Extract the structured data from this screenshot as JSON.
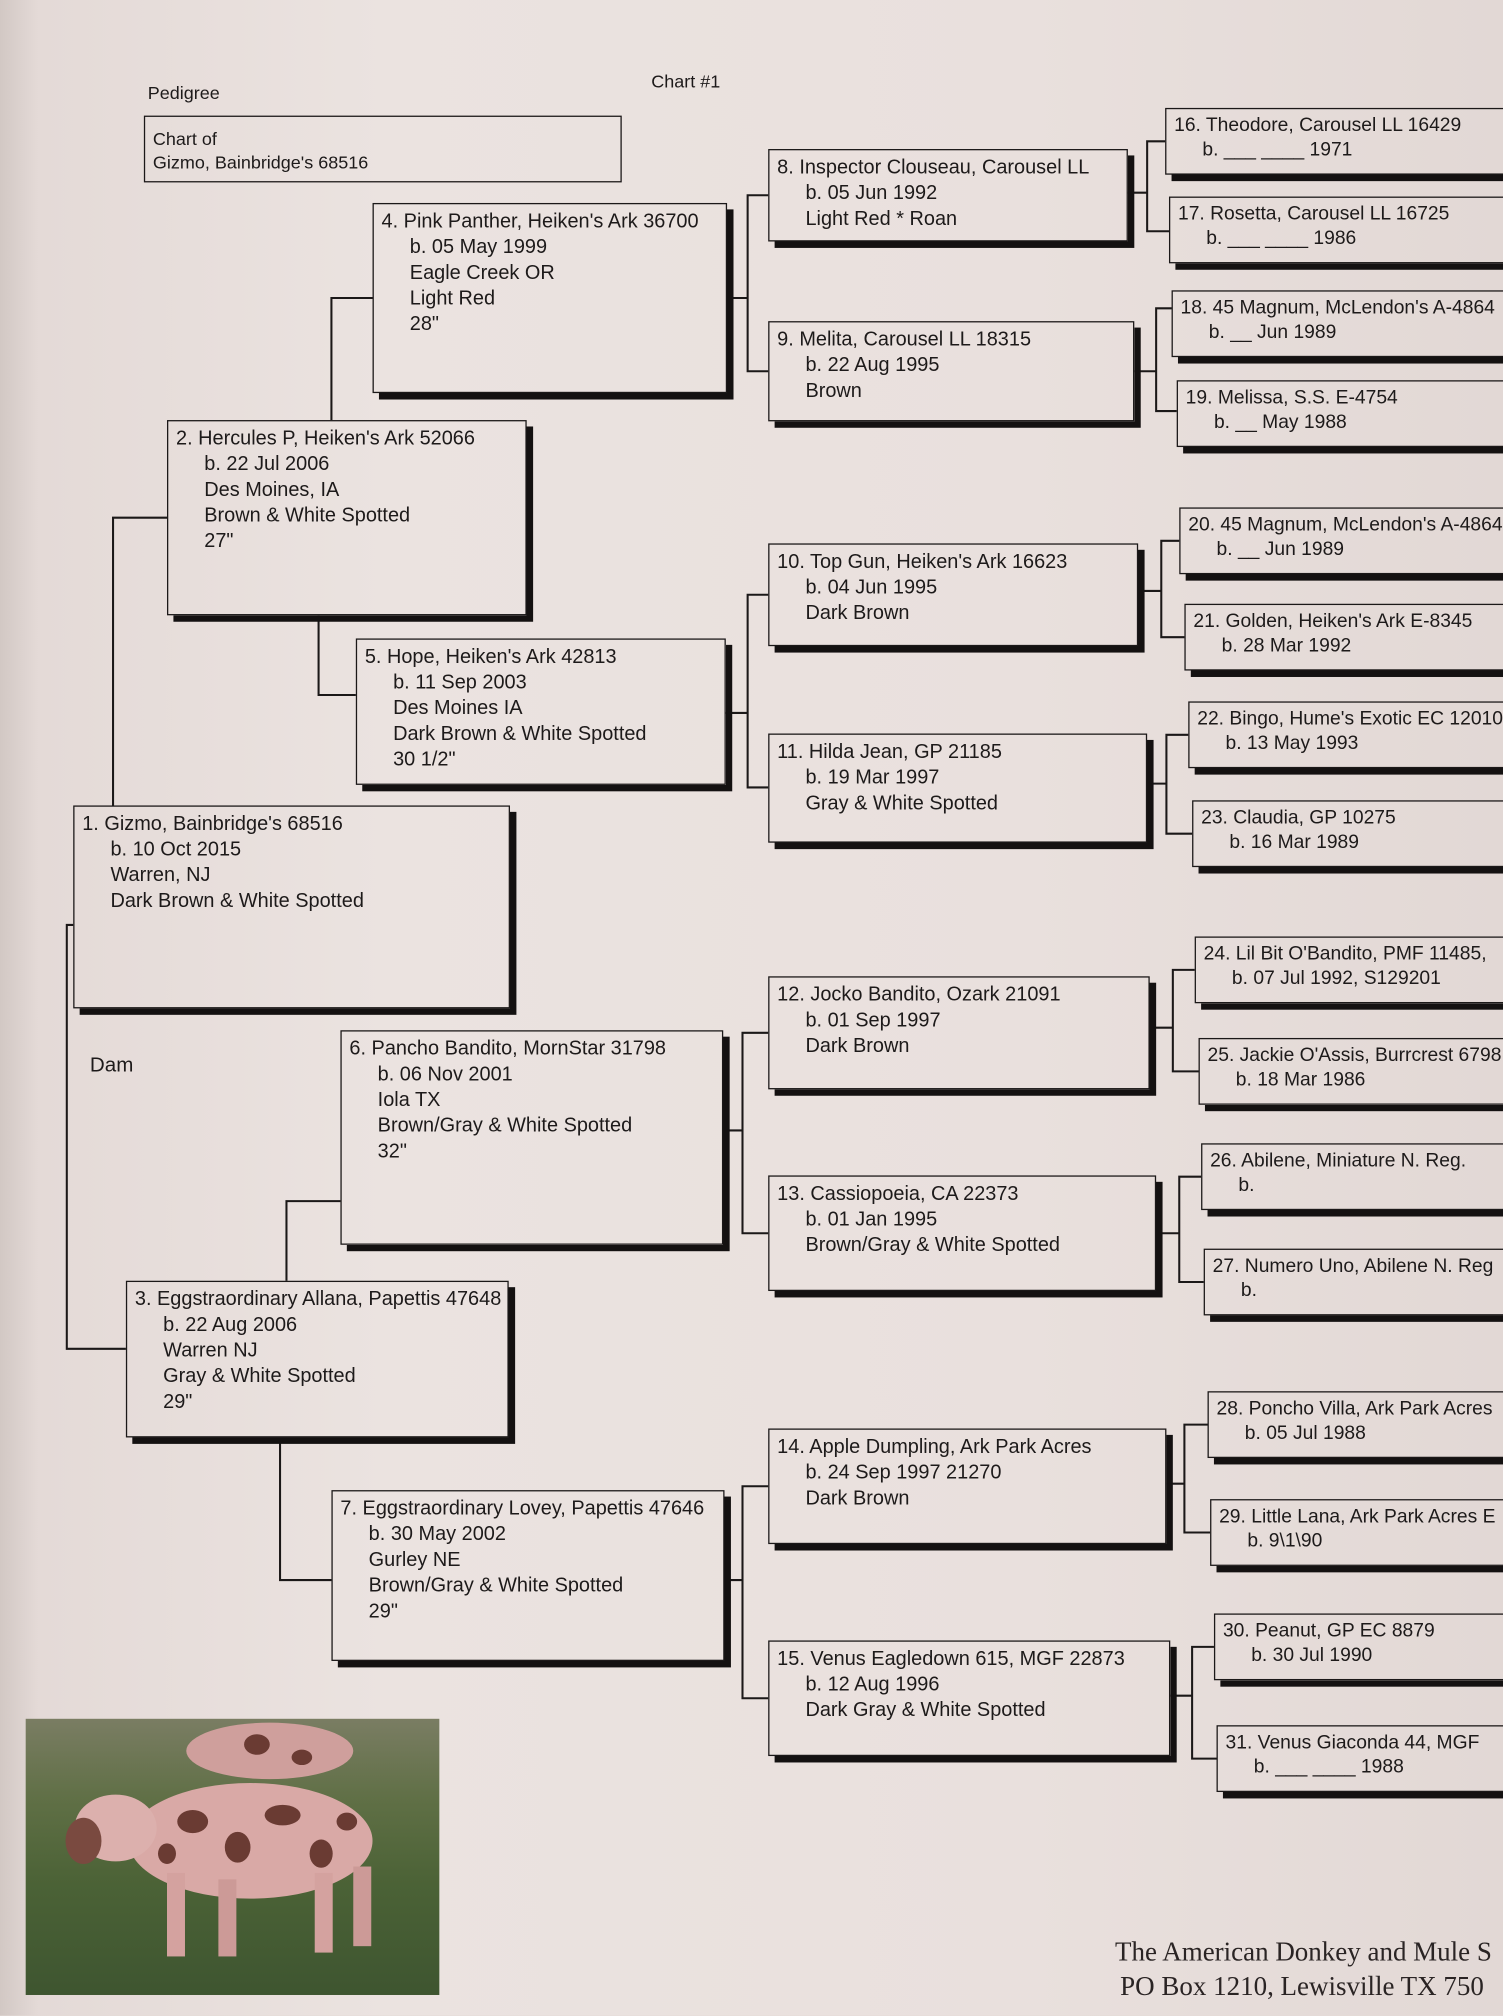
{
  "header": {
    "title": "Pedigree",
    "chart_number": "Chart #1",
    "chart_of_label": "Chart of",
    "chart_of_name": "Gizmo, Bainbridge's 68516"
  },
  "dam_label": "Dam",
  "animals": [
    {
      "lines": [
        "1. Gizmo, Bainbridge's 68516",
        "b. 10 Oct 2015",
        "Warren, NJ",
        "Dark Brown & White Spotted"
      ]
    },
    {
      "lines": [
        "2. Hercules P, Heiken's Ark 52066",
        "b. 22 Jul 2006",
        "Des Moines, IA",
        "Brown & White Spotted",
        "27\""
      ]
    },
    {
      "lines": [
        "3. Eggstraordinary Allana, Papettis 47648",
        "b. 22 Aug 2006",
        "Warren NJ",
        "Gray & White Spotted",
        "29\""
      ]
    },
    {
      "lines": [
        "4. Pink Panther, Heiken's Ark 36700",
        "b. 05 May 1999",
        "Eagle Creek OR",
        "Light Red",
        "28\""
      ]
    },
    {
      "lines": [
        "5. Hope, Heiken's Ark 42813",
        "b. 11 Sep 2003",
        "Des Moines IA",
        "Dark Brown & White Spotted",
        "30 1/2\""
      ]
    },
    {
      "lines": [
        "6. Pancho Bandito, MornStar 31798",
        "b. 06 Nov 2001",
        "Iola TX",
        "Brown/Gray & White Spotted",
        "32\""
      ]
    },
    {
      "lines": [
        "7. Eggstraordinary Lovey, Papettis 47646",
        "b. 30 May 2002",
        "Gurley NE",
        "Brown/Gray & White Spotted",
        "29\""
      ]
    },
    {
      "lines": [
        "8. Inspector Clouseau, Carousel LL",
        "b. 05 Jun 1992",
        "Light Red * Roan"
      ]
    },
    {
      "lines": [
        "9. Melita, Carousel LL 18315",
        "b. 22 Aug 1995",
        "Brown"
      ]
    },
    {
      "lines": [
        "10. Top Gun, Heiken's Ark 16623",
        "b. 04 Jun 1995",
        "Dark Brown"
      ]
    },
    {
      "lines": [
        "11. Hilda Jean, GP 21185",
        "b. 19 Mar 1997",
        "Gray & White Spotted"
      ]
    },
    {
      "lines": [
        "12. Jocko Bandito, Ozark 21091",
        "b. 01 Sep 1997",
        "Dark Brown"
      ]
    },
    {
      "lines": [
        "13. Cassiopoeia, CA 22373",
        "b. 01 Jan 1995",
        "Brown/Gray & White Spotted"
      ]
    },
    {
      "lines": [
        "14. Apple Dumpling, Ark Park Acres",
        "b. 24 Sep 1997    21270",
        "Dark Brown"
      ]
    },
    {
      "lines": [
        "15. Venus Eagledown 615, MGF 22873",
        "b. 12 Aug 1996",
        "Dark Gray & White Spotted"
      ]
    },
    {
      "lines": [
        "16. Theodore, Carousel LL 16429",
        "b. ___ ____ 1971"
      ]
    },
    {
      "lines": [
        "17. Rosetta, Carousel LL 16725",
        "b. ___ ____ 1986"
      ]
    },
    {
      "lines": [
        "18. 45 Magnum, McLendon's A-4864",
        "b. __ Jun 1989"
      ]
    },
    {
      "lines": [
        "19. Melissa, S.S. E-4754",
        "b. __ May 1988"
      ]
    },
    {
      "lines": [
        "20. 45 Magnum, McLendon's A-4864",
        "b. __ Jun 1989"
      ]
    },
    {
      "lines": [
        "21. Golden, Heiken's Ark E-8345",
        "b. 28 Mar 1992"
      ]
    },
    {
      "lines": [
        "22. Bingo, Hume's Exotic EC 12010",
        "b. 13 May 1993"
      ]
    },
    {
      "lines": [
        "23. Claudia, GP 10275",
        "b. 16 Mar 1989"
      ]
    },
    {
      "lines": [
        "24. Lil Bit O'Bandito, PMF 11485,",
        "b. 07 Jul 1992, S129201"
      ]
    },
    {
      "lines": [
        "25. Jackie O'Assis, Burrcrest 6798",
        "b. 18 Mar 1986"
      ]
    },
    {
      "lines": [
        "26. Abilene, Miniature N. Reg.",
        "b."
      ]
    },
    {
      "lines": [
        "27. Numero Uno, Abilene N. Reg",
        "b."
      ]
    },
    {
      "lines": [
        "28. Poncho Villa, Ark Park Acres",
        "b. 05 Jul 1988"
      ]
    },
    {
      "lines": [
        "29. Little Lana, Ark Park Acres E",
        "b. 9\\1\\90"
      ]
    },
    {
      "lines": [
        "30. Peanut, GP EC 8879",
        "b. 30 Jul 1990"
      ]
    },
    {
      "lines": [
        "31. Venus Giaconda 44, MGF",
        "b. ___ ____ 1988"
      ]
    }
  ],
  "footer": {
    "line1": "The American Donkey and Mule S",
    "line2": "PO Box 1210, Lewisville TX 750"
  }
}
